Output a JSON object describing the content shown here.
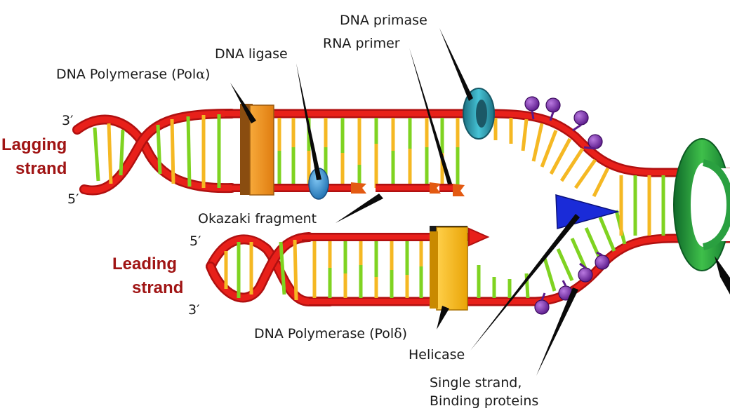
{
  "labels": {
    "dna_primase": "DNA primase",
    "rna_primer": "RNA primer",
    "dna_ligase": "DNA ligase",
    "pol_alpha_prefix": "DNA Polymerase (Pol",
    "pol_alpha_greek": "α",
    "pol_alpha_suffix": ")",
    "okazaki": "Okazaki fragment",
    "pol_delta_prefix": "DNA Polymerase (Pol",
    "pol_delta_greek": "δ",
    "pol_delta_suffix": ")",
    "helicase": "Helicase",
    "ssb_line1": "Single strand,",
    "ssb_line2": "Binding proteins"
  },
  "strands": {
    "lagging_line1": "Lagging",
    "lagging_line2": "strand",
    "leading_line1": "Leading",
    "leading_line2": "strand"
  },
  "ends": {
    "lagging_top": "3′",
    "lagging_bottom": "5′",
    "leading_top": "5′",
    "leading_bottom": "3′"
  },
  "colors": {
    "backbone": "#e8201a",
    "backbone_dark": "#b01010",
    "base_green": "#7fd321",
    "base_yellow": "#f5b823",
    "primase": "#2a9bb0",
    "ligase": "#2f86c9",
    "pol_alpha": "#f39322",
    "pol_delta": "#f8b514",
    "helicase": "#1f8a3c",
    "topo_arrow": "#1a2bd8",
    "ssb": "#7a2aa8",
    "primer": "#e35a12"
  }
}
